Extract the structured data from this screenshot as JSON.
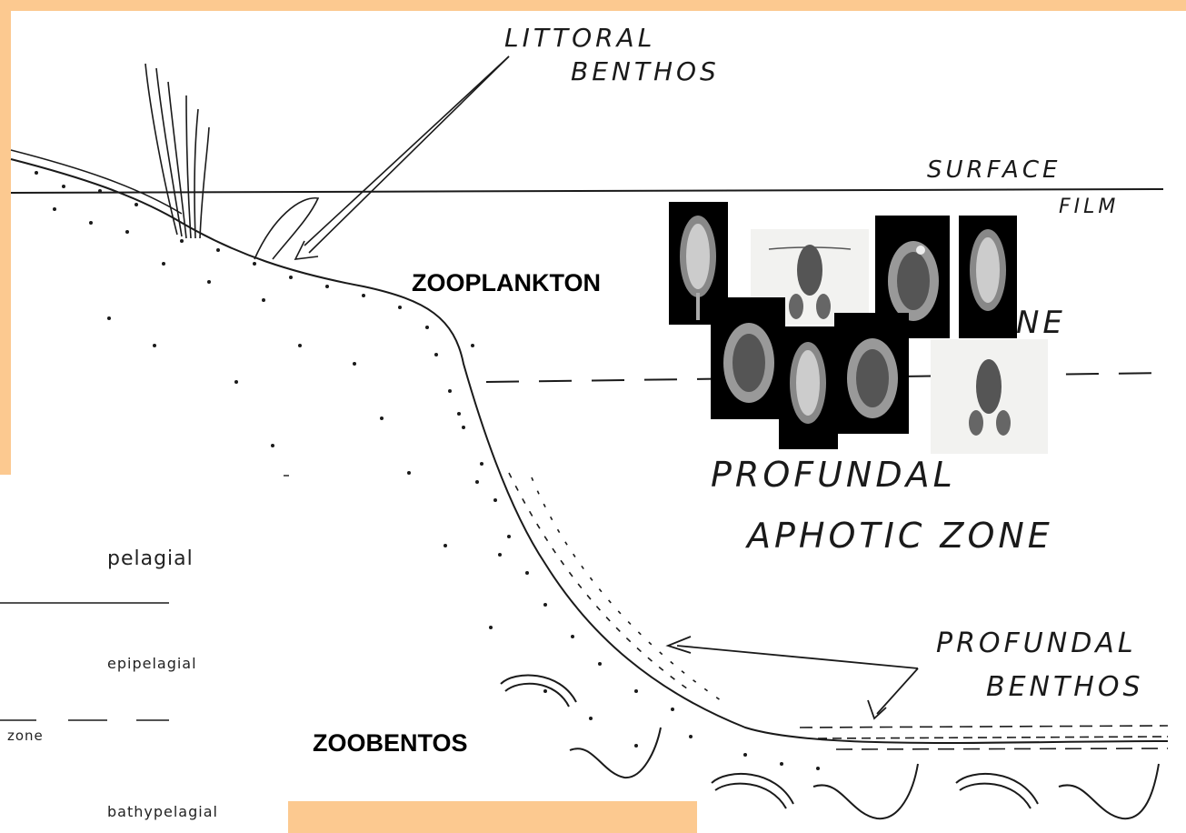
{
  "labels": {
    "littoral_benthos_line1": "LITTORAL",
    "littoral_benthos_line2": "BENTHOS",
    "surface_line1": "SURFACE",
    "surface_line2": "FILM",
    "zone_fragment": "NE",
    "profundal_line1": "PROFUNDAL",
    "profundal_line2": "APHOTIC ZONE",
    "profundal_benthos_line1": "PROFUNDAL",
    "profundal_benthos_line2": "BENTHOS",
    "zooplankton": "ZOOPLANKTON",
    "zoobentos": "ZOOBENTOS",
    "pelagial": "pelagial",
    "epipelagial": "epipelagial",
    "zone_partial": "zone",
    "bathypelagial": "bathypelagial"
  },
  "colors": {
    "frame": "#fcc990",
    "ink": "#1a1a1a",
    "tile_dark": "#000000",
    "tile_light": "#f2f2f0"
  }
}
